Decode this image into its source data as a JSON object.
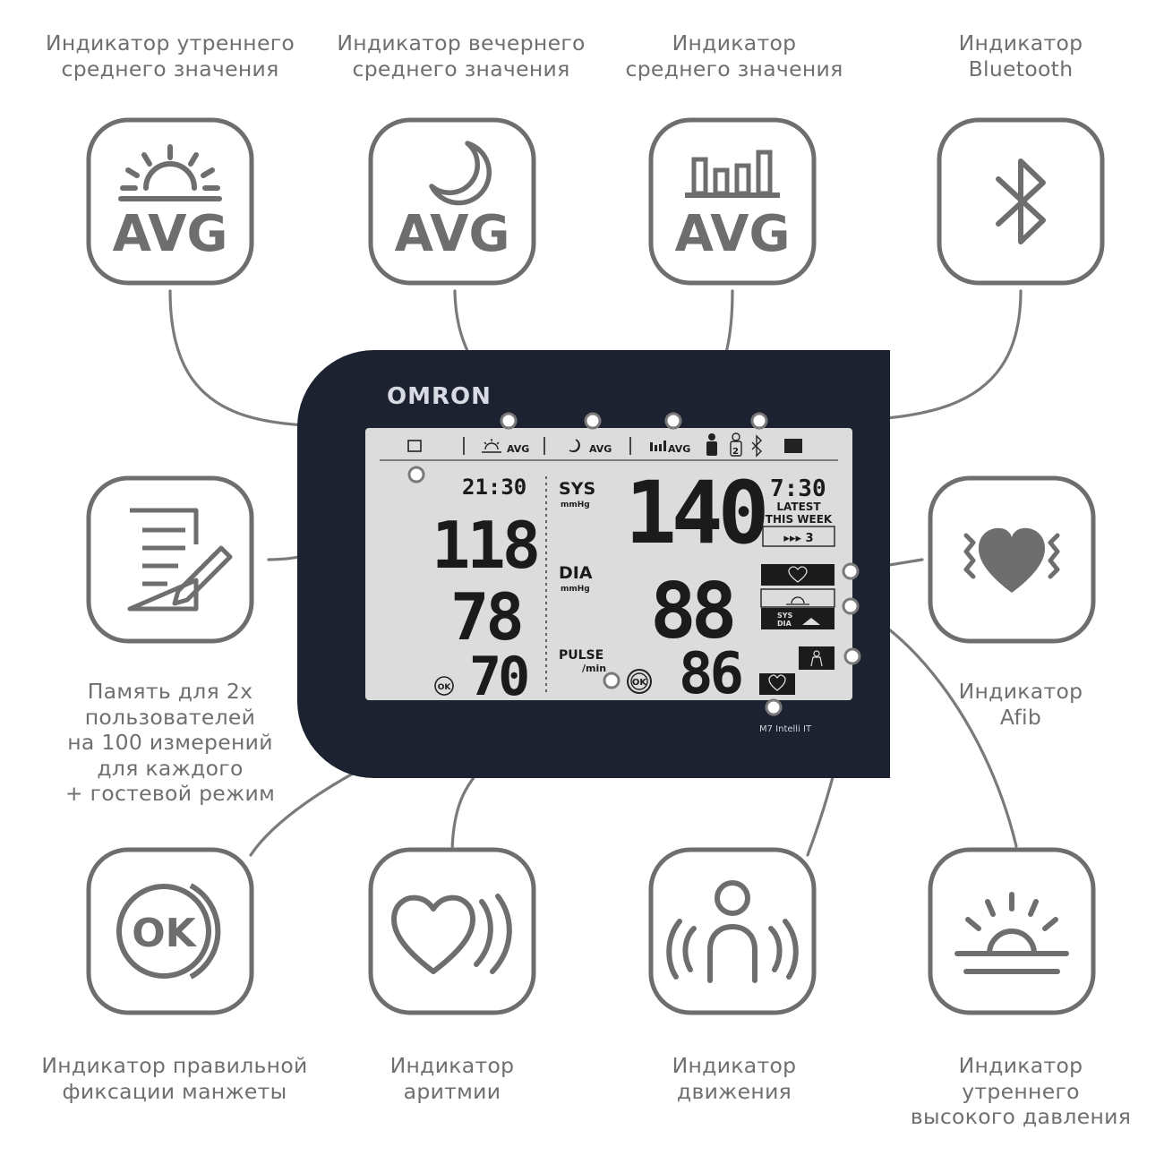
{
  "labels": {
    "morning_avg": [
      "Индикатор утреннего",
      "среднего значения"
    ],
    "evening_avg": [
      "Индикатор вечернего",
      "среднего значения"
    ],
    "avg": [
      "Индикатор",
      "среднего значения"
    ],
    "bluetooth": [
      "Индикатор",
      "Bluetooth"
    ],
    "memory": [
      "Память для 2х",
      "пользователей",
      "на 100 измерений",
      "для каждого",
      "+ гостевой режим"
    ],
    "afib": [
      "Индикатор",
      "Afib"
    ],
    "cuff": [
      "Индикатор правильной",
      "фиксации манжеты"
    ],
    "arrhythmia": [
      "Индикатор",
      "аритмии"
    ],
    "movement": [
      "Индикатор",
      "движения"
    ],
    "morning_high": [
      "Индикатор",
      "утреннего",
      "высокого давления"
    ]
  },
  "tiles": {
    "avg_text": "AVG",
    "cuff_text": "OK"
  },
  "device": {
    "brand": "OMRON",
    "model": "M7 Intelli IT",
    "lcd": {
      "avg_small": "AVG",
      "user_num": "2",
      "time_left": "21:30",
      "left_values": [
        "118",
        "78",
        "70"
      ],
      "ok": "OK",
      "sys": "SYS",
      "dia": "DIA",
      "pulse": "PULSE",
      "mmhg": "mmHg",
      "per_min": "/min",
      "sys_value": "140",
      "dia_value": "88",
      "pulse_value": "86",
      "time_right": "7:30",
      "latest": "LATEST",
      "this_week": "THIS WEEK",
      "week_count": "▸▸▸ 3",
      "sys_small": "SYS",
      "dia_small": "DIA"
    }
  },
  "colors": {
    "icon_gray": "#6e6e6e",
    "device_body": "#1c2230",
    "lcd_bg": "#dcdcdc",
    "label_gray": "#6f6f6f"
  }
}
